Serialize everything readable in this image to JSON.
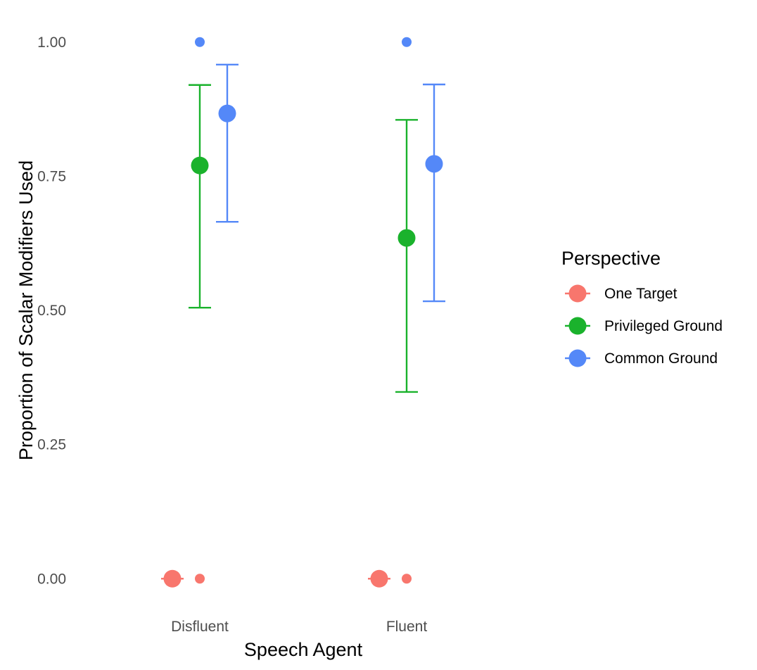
{
  "chart_data": {
    "type": "scatter",
    "xlabel": "Speech Agent",
    "ylabel": "Proportion of Scalar Modifiers Used",
    "categories": [
      "Disfluent",
      "Fluent"
    ],
    "ylim": [
      -0.06,
      1.06
    ],
    "yticks": [
      0.0,
      0.25,
      0.5,
      0.75,
      1.0
    ],
    "ytick_labels": [
      "0.00",
      "0.25",
      "0.50",
      "0.75",
      "1.00"
    ],
    "grid": false,
    "legend": {
      "title": "Perspective",
      "position": "right",
      "entries": [
        "One Target",
        "Privileged Ground",
        "Common Ground"
      ]
    },
    "series": [
      {
        "name": "One Target",
        "color": "#F8766D",
        "mean": [
          0.0,
          0.0
        ],
        "ci_low": [
          0.0,
          0.0
        ],
        "ci_high": [
          0.0,
          0.0
        ],
        "outliers": [
          [
            0.0
          ],
          [
            0.0
          ]
        ]
      },
      {
        "name": "Privileged Ground",
        "color": "#1AB22C",
        "mean": [
          0.77,
          0.635
        ],
        "ci_low": [
          0.505,
          0.348
        ],
        "ci_high": [
          0.92,
          0.855
        ],
        "outliers": [
          [],
          []
        ]
      },
      {
        "name": "Common Ground",
        "color": "#5488F8",
        "mean": [
          0.867,
          0.773
        ],
        "ci_low": [
          0.665,
          0.517
        ],
        "ci_high": [
          0.958,
          0.921
        ],
        "outliers": [
          [
            1.0
          ],
          [
            1.0
          ]
        ]
      }
    ]
  }
}
